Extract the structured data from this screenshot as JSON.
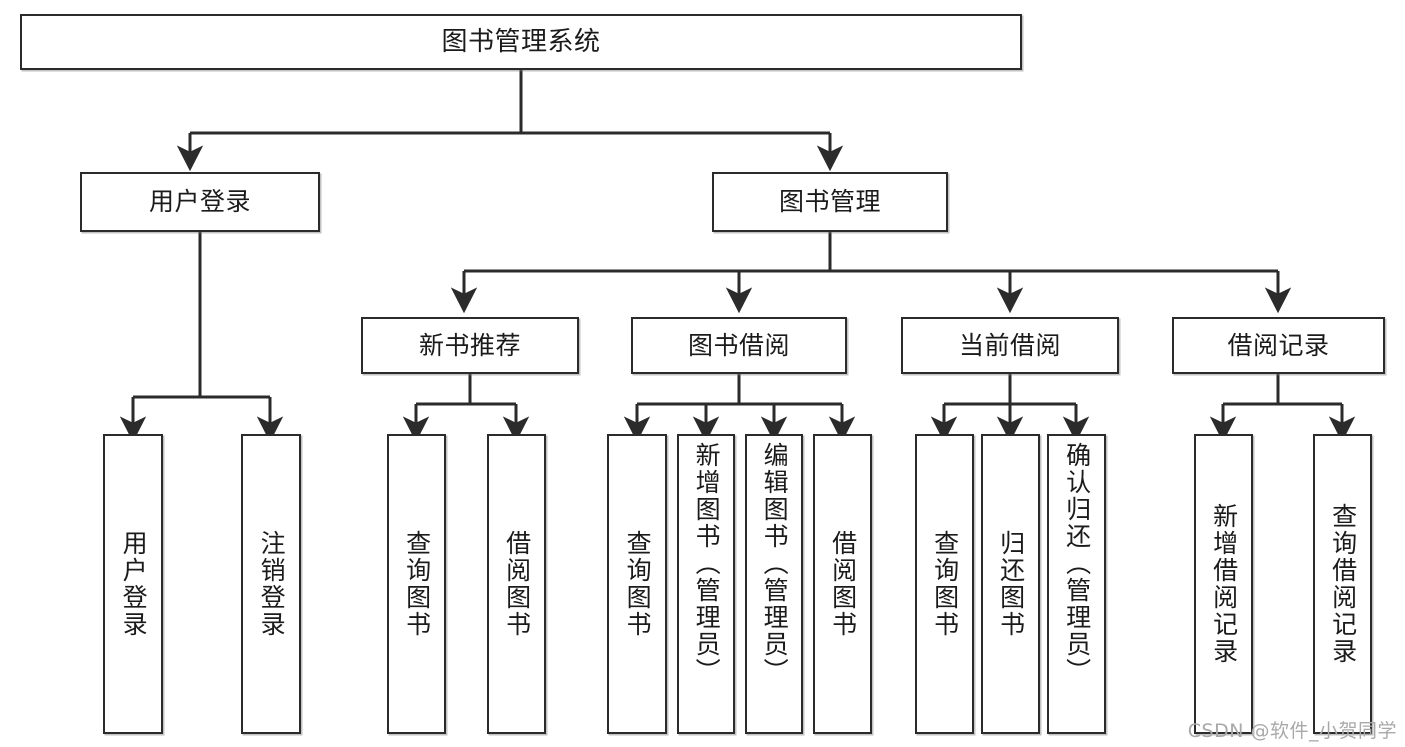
{
  "diagram": {
    "title": "图书管理系统",
    "type": "tree",
    "watermark": "CSDN @软件_小贺同学",
    "colors": {
      "box_border": "#2b2b2b",
      "box_fill": "#ffffff",
      "edge": "#2b2b2b",
      "text": "#1b1b1b",
      "watermark": "#a9a9a9",
      "background": "#ffffff"
    }
  },
  "nodes": {
    "root": {
      "label": "图书管理系统",
      "level": 0
    },
    "level1": [
      {
        "id": "user-login",
        "label": "用户登录"
      },
      {
        "id": "book-manage",
        "label": "图书管理"
      }
    ],
    "level2": [
      {
        "id": "new-book-recommend",
        "label": "新书推荐",
        "parent": "book-manage"
      },
      {
        "id": "book-borrow",
        "label": "图书借阅",
        "parent": "book-manage"
      },
      {
        "id": "current-borrow",
        "label": "当前借阅",
        "parent": "book-manage"
      },
      {
        "id": "borrow-record",
        "label": "借阅记录",
        "parent": "book-manage"
      }
    ],
    "leaves": [
      {
        "id": "leaf-user-login",
        "label": "用户登录",
        "parent": "user-login"
      },
      {
        "id": "leaf-logout-login",
        "label": "注销登录",
        "parent": "user-login"
      },
      {
        "id": "leaf-query-book-1",
        "label": "查询图书",
        "parent": "new-book-recommend"
      },
      {
        "id": "leaf-borrow-book-1",
        "label": "借阅图书",
        "parent": "new-book-recommend"
      },
      {
        "id": "leaf-query-book-2",
        "label": "查询图书",
        "parent": "book-borrow"
      },
      {
        "id": "leaf-add-book",
        "label": "新增图书（管理员）",
        "parent": "book-borrow"
      },
      {
        "id": "leaf-edit-book",
        "label": "编辑图书（管理员）",
        "parent": "book-borrow"
      },
      {
        "id": "leaf-borrow-book-2",
        "label": "借阅图书",
        "parent": "book-borrow"
      },
      {
        "id": "leaf-query-book-3",
        "label": "查询图书",
        "parent": "current-borrow"
      },
      {
        "id": "leaf-return-book",
        "label": "归还图书",
        "parent": "current-borrow"
      },
      {
        "id": "leaf-confirm-return",
        "label": "确认归还（管理员）",
        "parent": "current-borrow"
      },
      {
        "id": "leaf-add-record",
        "label": "新增借阅记录",
        "parent": "borrow-record"
      },
      {
        "id": "leaf-query-record",
        "label": "查询借阅记录",
        "parent": "borrow-record"
      }
    ]
  }
}
